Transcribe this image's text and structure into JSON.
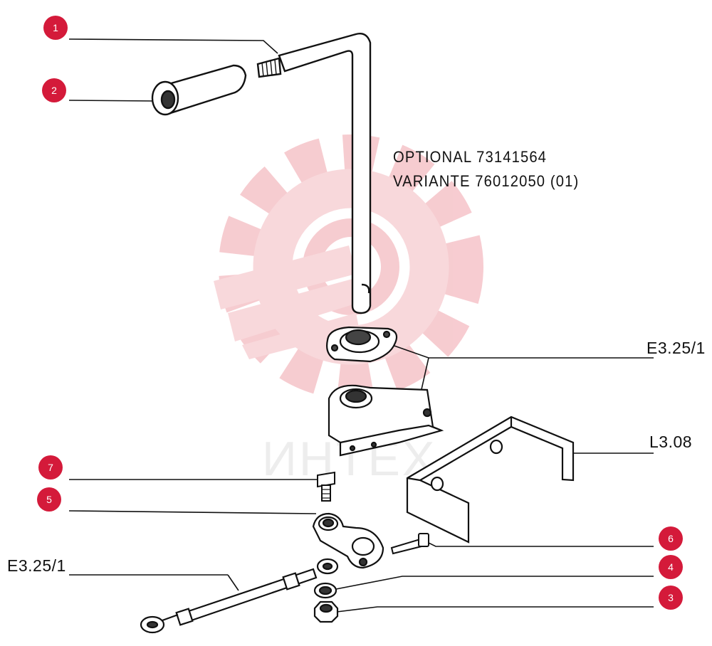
{
  "annotations": {
    "optional": "OPTIONAL  73141564",
    "variante": "VARIANTE  76012050 (01)"
  },
  "references": {
    "bracket_ref": "E3.25/1",
    "frame_ref": "L3.08",
    "rod_ref": "E3.25/1"
  },
  "callouts": [
    {
      "number": "1"
    },
    {
      "number": "2"
    },
    {
      "number": "7"
    },
    {
      "number": "5"
    },
    {
      "number": "6"
    },
    {
      "number": "4"
    },
    {
      "number": "3"
    }
  ],
  "watermark": {
    "text": "ИНТЕХ"
  },
  "colors": {
    "badge": "#d41a3a",
    "watermark": "#f3b9bf",
    "line": "#111111"
  }
}
